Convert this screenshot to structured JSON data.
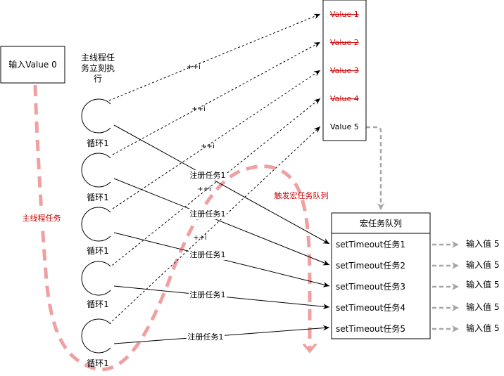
{
  "input_box": {
    "label": "输入Value 0"
  },
  "main_thread_note": {
    "lines": [
      "主线程任",
      "务立刻执",
      "行"
    ]
  },
  "main_thread_label": "主线程任务",
  "loops": [
    {
      "label": "循环1"
    },
    {
      "label": "循环1"
    },
    {
      "label": "循环1"
    },
    {
      "label": "循环1"
    },
    {
      "label": "循环1"
    }
  ],
  "increment_labels": [
    "++i",
    "++i",
    "++i",
    "++i",
    "++i"
  ],
  "register_labels": [
    "注册任务1",
    "注册任务1",
    "注册任务1",
    "注册任务1",
    "注册任务1"
  ],
  "trigger_label": "触发宏任务队列",
  "values": [
    {
      "label": "Value 1",
      "struck": true
    },
    {
      "label": "Value 2",
      "struck": true
    },
    {
      "label": "Value 3",
      "struck": true
    },
    {
      "label": "Value 4",
      "struck": true
    },
    {
      "label": "Value 5",
      "struck": false
    }
  ],
  "macro_queue": {
    "title": "宏任务队列",
    "tasks": [
      "setTimeout任务1",
      "setTimeout任务2",
      "setTimeout任务3",
      "setTimeout任务4",
      "setTimeout任务5"
    ]
  },
  "outputs": [
    "输入值 5",
    "输入值 5",
    "输入值 5",
    "输入值 5",
    "输入值 5"
  ],
  "colors": {
    "struck_text": "#cc0000",
    "dashed_red": "#f0a0a0",
    "dashed_gray": "#a6a6a6"
  }
}
